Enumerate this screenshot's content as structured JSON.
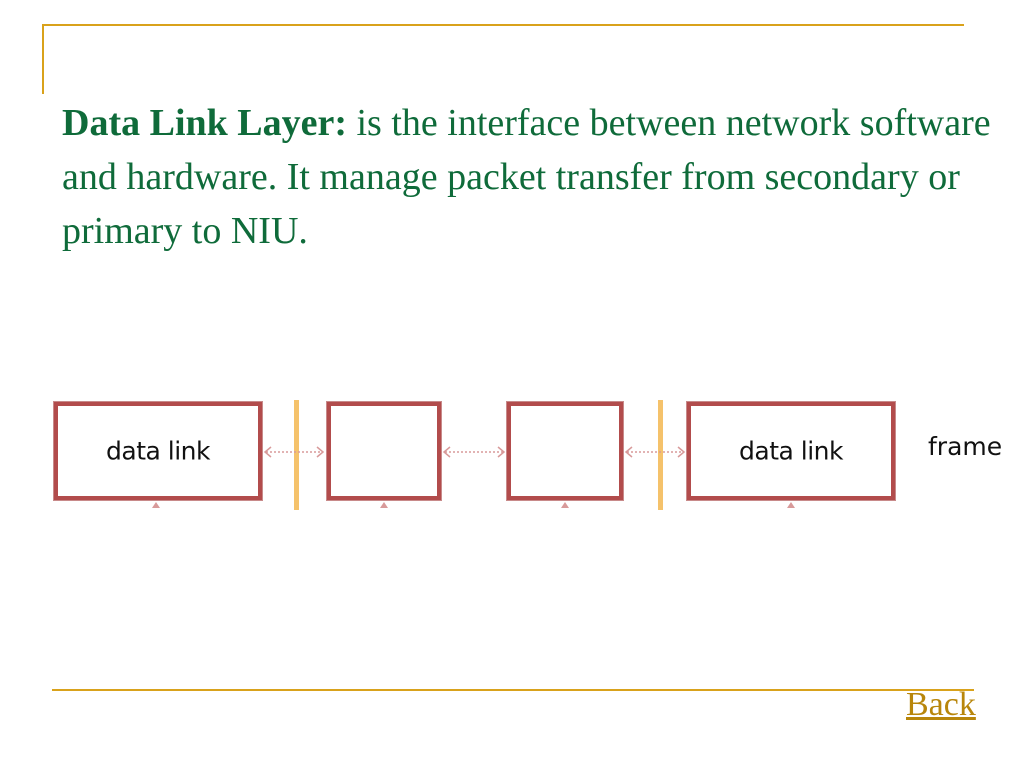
{
  "colors": {
    "accent": "#d9a21b",
    "text": "#0f6b3a",
    "box": "#b24c4c",
    "divider": "#f5c26b",
    "link": "#b8860b"
  },
  "paragraph": {
    "lead": "Data Link Layer:",
    "body": " is the interface between network software and hardware. It manage packet transfer from secondary or primary to NIU."
  },
  "diagram": {
    "boxes": [
      "data link",
      "",
      "",
      "data link"
    ],
    "side_label": "frame"
  },
  "nav": {
    "back_label": "Back"
  }
}
